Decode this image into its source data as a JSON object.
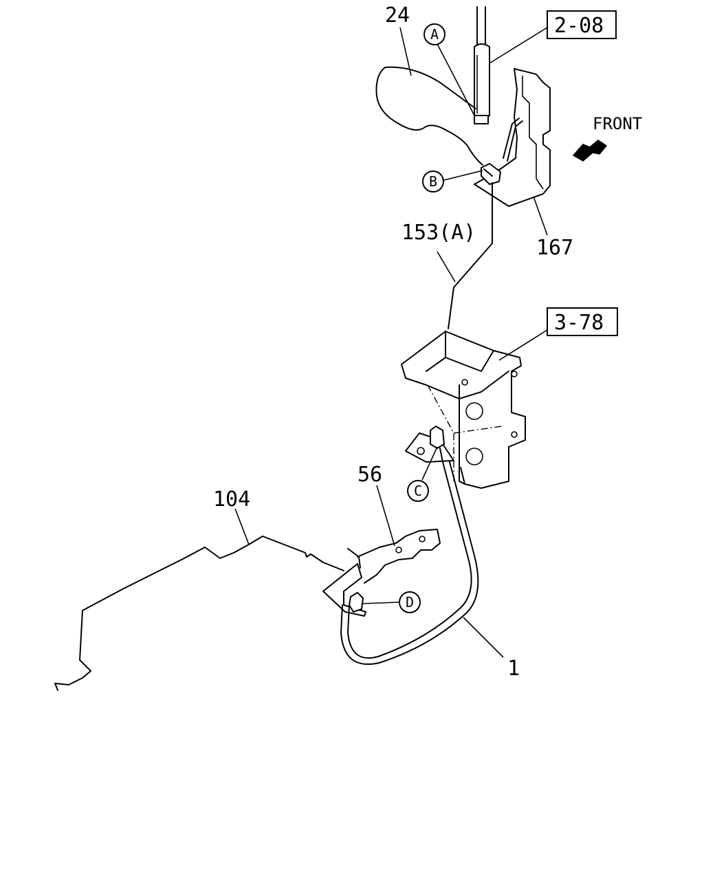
{
  "labels": {
    "part_24": "24",
    "part_153a": "153(A)",
    "part_167": "167",
    "part_56": "56",
    "part_104": "104",
    "part_1": "1",
    "ref_2_08": "2-08",
    "ref_3_78": "3-78",
    "front": "FRONT",
    "callout_a": "A",
    "callout_b": "B",
    "callout_c": "C",
    "callout_d": "D"
  },
  "icons": {
    "front_arrow": "arrow-icon"
  }
}
